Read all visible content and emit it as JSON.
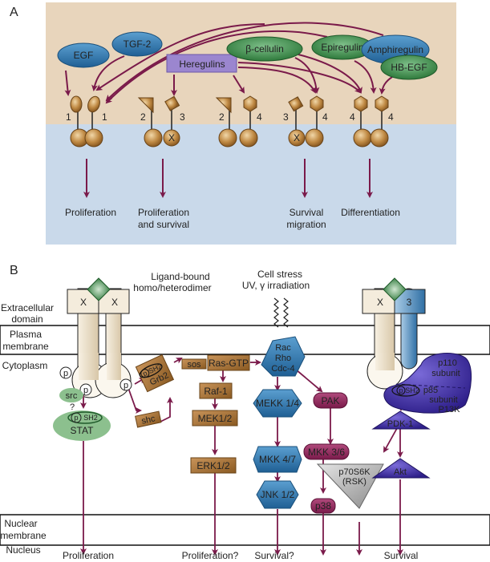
{
  "panel_a": {
    "label": "A",
    "ligands": {
      "egf": "EGF",
      "tgf": "TGF-2",
      "heregulins": "Heregulins",
      "betacellulin": "β-cellulin",
      "epiregulin": "Epiregulin",
      "amphiregulin": "Amphiregulin",
      "hbegf": "HB-EGF"
    },
    "receptor_numbers": [
      "1",
      "1",
      "2",
      "3",
      "2",
      "4",
      "3",
      "4",
      "4",
      "4"
    ],
    "x_label": "X",
    "outcomes": {
      "o1": "Proliferation",
      "o2_line1": "Proliferation",
      "o2_line2": "and survival",
      "o3_line1": "Survival",
      "o3_line2": "migration",
      "o4": "Differentiation"
    }
  },
  "panel_b": {
    "label": "B",
    "compartments": {
      "extracellular_1": "Extracellular",
      "extracellular_2": "domain",
      "plasma_1": "Plasma",
      "plasma_2": "membrane",
      "cytoplasm": "Cytoplasm",
      "nuclear_1": "Nuclear",
      "nuclear_2": "membrane",
      "nucleus": "Nucleus"
    },
    "annotations": {
      "dimer_1": "Ligand-bound",
      "dimer_2": "homo/heterodimer",
      "stress_1": "Cell stress",
      "stress_2": "UV, γ irradiation"
    },
    "receptor_labels": {
      "left_a": "X",
      "left_b": "X",
      "right_a": "X",
      "right_b": "3"
    },
    "p": "p",
    "sh2": "SH2",
    "question": "?",
    "nodes": {
      "src": "src",
      "stat": "STAT",
      "grb2": "Grb2",
      "shc": "shc",
      "sos": "sos",
      "ras": "Ras-GTP",
      "raf": "Raf-1",
      "mek": "MEK1/2",
      "erk": "ERK1/2",
      "rac_1": "Rac",
      "rac_2": "Rho",
      "rac_3": "Cdc-4",
      "mekk": "MEKK 1/4",
      "mkk47": "MKK 4/7",
      "jnk": "JNK 1/2",
      "pak": "PAK",
      "mkk36": "MKK 3/6",
      "p38": "p38",
      "p70_1": "p70S6K",
      "p70_2": "(RSK)",
      "pi3k_1": "p110",
      "pi3k_2": "subunit",
      "pi3k_3": "p85",
      "pi3k_4": "subunit",
      "pi3k_5": "P13K",
      "pdk": "PDK-1",
      "akt": "Akt"
    },
    "outcomes": {
      "o1": "Proliferation",
      "o2": "Proliferation?",
      "o3": "Survival?",
      "o4": "Survival"
    }
  },
  "colors": {
    "arrow": "#7a1a4a",
    "tan_bg": "#e8d5bc",
    "blue_bg": "#c9d9ea",
    "brown": "#a87434",
    "green": "#3f8a4a",
    "blue_node": "#2e6fa2",
    "maroon_node": "#8c2456",
    "purple": "#4b3aa0"
  }
}
